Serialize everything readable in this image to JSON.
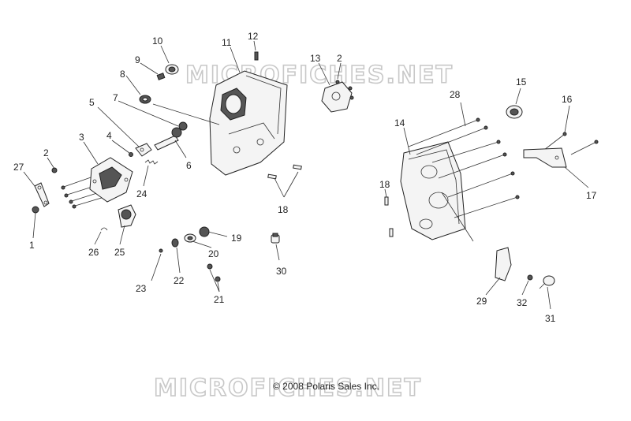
{
  "watermark": "MICROFICHES.NET",
  "copyright": "© 2008 Polaris Sales Inc.",
  "callouts": [
    {
      "id": "c1",
      "label": "1"
    },
    {
      "id": "c2a",
      "label": "2"
    },
    {
      "id": "c2b",
      "label": "2"
    },
    {
      "id": "c3",
      "label": "3"
    },
    {
      "id": "c4",
      "label": "4"
    },
    {
      "id": "c5",
      "label": "5"
    },
    {
      "id": "c6",
      "label": "6"
    },
    {
      "id": "c7",
      "label": "7"
    },
    {
      "id": "c8",
      "label": "8"
    },
    {
      "id": "c9",
      "label": "9"
    },
    {
      "id": "c10",
      "label": "10"
    },
    {
      "id": "c11",
      "label": "11"
    },
    {
      "id": "c12",
      "label": "12"
    },
    {
      "id": "c13",
      "label": "13"
    },
    {
      "id": "c14",
      "label": "14"
    },
    {
      "id": "c15",
      "label": "15"
    },
    {
      "id": "c16",
      "label": "16"
    },
    {
      "id": "c17",
      "label": "17"
    },
    {
      "id": "c18a",
      "label": "18"
    },
    {
      "id": "c18b",
      "label": "18"
    },
    {
      "id": "c19",
      "label": "19"
    },
    {
      "id": "c20",
      "label": "20"
    },
    {
      "id": "c21",
      "label": "21"
    },
    {
      "id": "c22",
      "label": "22"
    },
    {
      "id": "c23",
      "label": "23"
    },
    {
      "id": "c24",
      "label": "24"
    },
    {
      "id": "c25",
      "label": "25"
    },
    {
      "id": "c26",
      "label": "26"
    },
    {
      "id": "c27",
      "label": "27"
    },
    {
      "id": "c28",
      "label": "28"
    },
    {
      "id": "c29",
      "label": "29"
    },
    {
      "id": "c30",
      "label": "30"
    },
    {
      "id": "c31",
      "label": "31"
    },
    {
      "id": "c32",
      "label": "32"
    }
  ]
}
